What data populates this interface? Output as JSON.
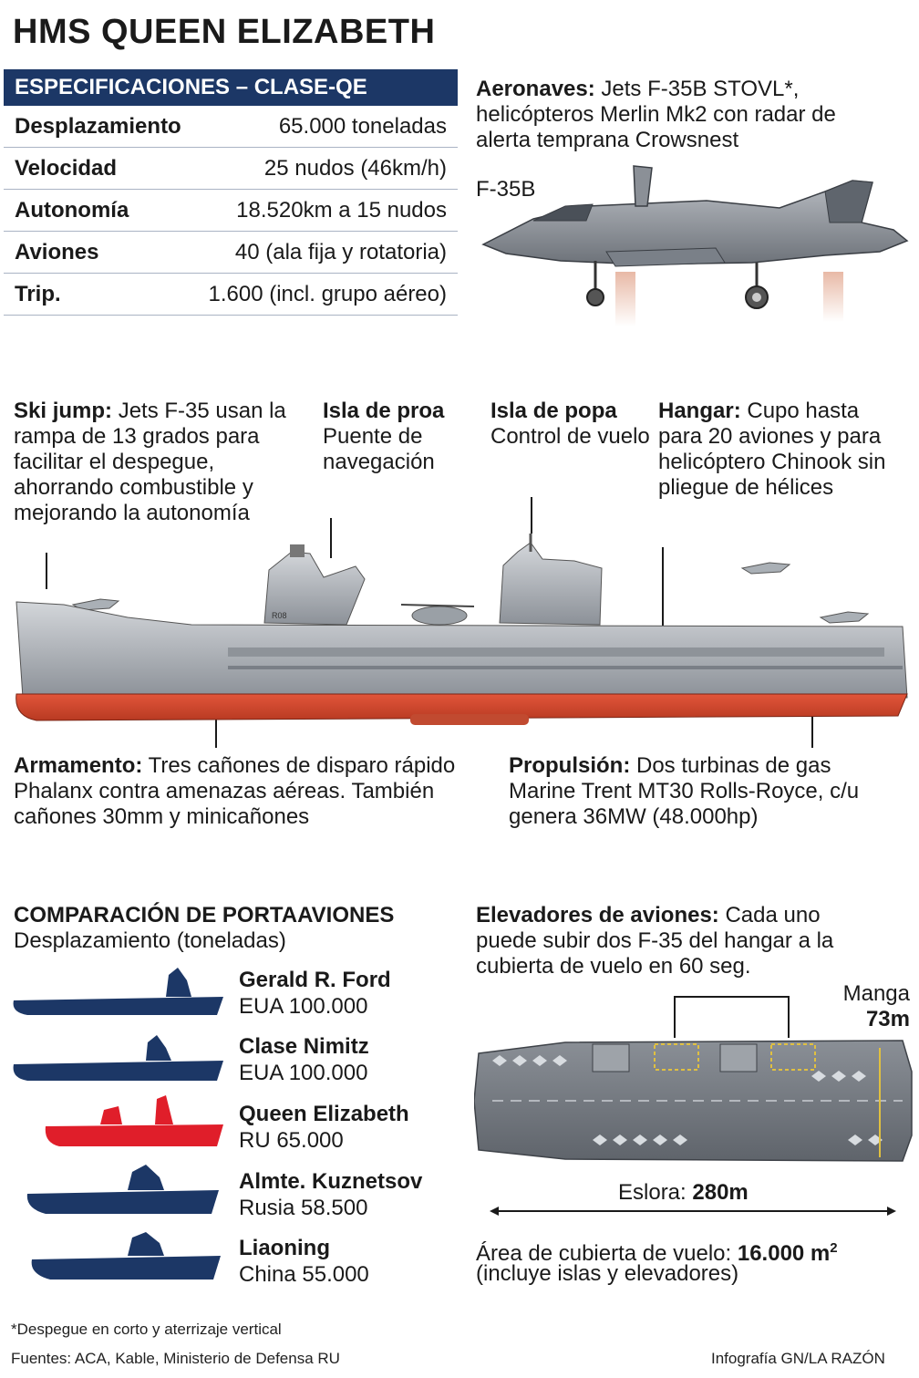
{
  "title": "HMS QUEEN ELIZABETH",
  "specs": {
    "header": "ESPECIFICACIONES – CLASE-QE",
    "rows": [
      {
        "label": "Desplazamiento",
        "value": "65.000 toneladas"
      },
      {
        "label": "Velocidad",
        "value": "25 nudos (46km/h)"
      },
      {
        "label": "Autonomía",
        "value": "18.520km a 15 nudos"
      },
      {
        "label": "Aviones",
        "value": "40 (ala fija y rotatoria)"
      },
      {
        "label": "Trip.",
        "value": "1.600 (incl. grupo aéreo)"
      }
    ]
  },
  "aircraft": {
    "label": "Aeronaves:",
    "text": "Jets F-35B STOVL*, helicópteros Merlin Mk2 con radar de alerta temprana Crowsnest",
    "jet_label": "F-35B"
  },
  "callouts": {
    "ski_jump": {
      "label": "Ski jump:",
      "text": "Jets F-35 usan la rampa de 13 grados para facilitar el despegue, ahorrando combustible y mejorando la autonomía"
    },
    "isla_proa": {
      "label": "Isla de proa",
      "text": "Puente de navegación"
    },
    "isla_popa": {
      "label": "Isla de popa",
      "text": "Control de vuelo"
    },
    "hangar": {
      "label": "Hangar:",
      "text": "Cupo hasta para 20 aviones y para helicóptero Chinook sin pliegue de hélices"
    },
    "armamento": {
      "label": "Armamento:",
      "text": "Tres cañones de disparo rápido Phalanx contra amenazas aéreas. También cañones 30mm y minicañones"
    },
    "propulsion": {
      "label": "Propulsión:",
      "text": "Dos turbinas de gas Marine Trent MT30 Rolls-Royce, c/u genera 36MW (48.000hp)"
    }
  },
  "ship_id": "R08",
  "comparison": {
    "title": "COMPARACIÓN DE PORTAAVIONES",
    "subtitle": "Desplazamiento (toneladas)",
    "ships": [
      {
        "name": "Gerald R. Ford",
        "detail": "EUA 100.000",
        "color": "#1c3766"
      },
      {
        "name": "Clase Nimitz",
        "detail": "EUA 100.000",
        "color": "#1c3766"
      },
      {
        "name": "Queen Elizabeth",
        "detail": "RU 65.000",
        "color": "#e01e2a"
      },
      {
        "name": "Almte. Kuznetsov",
        "detail": "Rusia 58.500",
        "color": "#1c3766"
      },
      {
        "name": "Liaoning",
        "detail": "China 55.000",
        "color": "#1c3766"
      }
    ]
  },
  "elevators": {
    "label": "Elevadores de aviones:",
    "text": "Cada uno puede subir dos F-35 del hangar a la cubierta de vuelo en 60 seg."
  },
  "manga": {
    "label": "Manga",
    "value": "73m"
  },
  "eslora": {
    "label": "Eslora:",
    "value": "280m"
  },
  "deck_area": {
    "label": "Área de cubierta de vuelo:",
    "value": "16.000 m",
    "sup": "2",
    "note": "(incluye islas y elevadores)"
  },
  "footnote": "*Despegue en corto y aterrizaje vertical",
  "sources": "Fuentes: ACA, Kable, Ministerio de Defensa RU",
  "credit": "Infografía GN/LA RAZÓN"
}
